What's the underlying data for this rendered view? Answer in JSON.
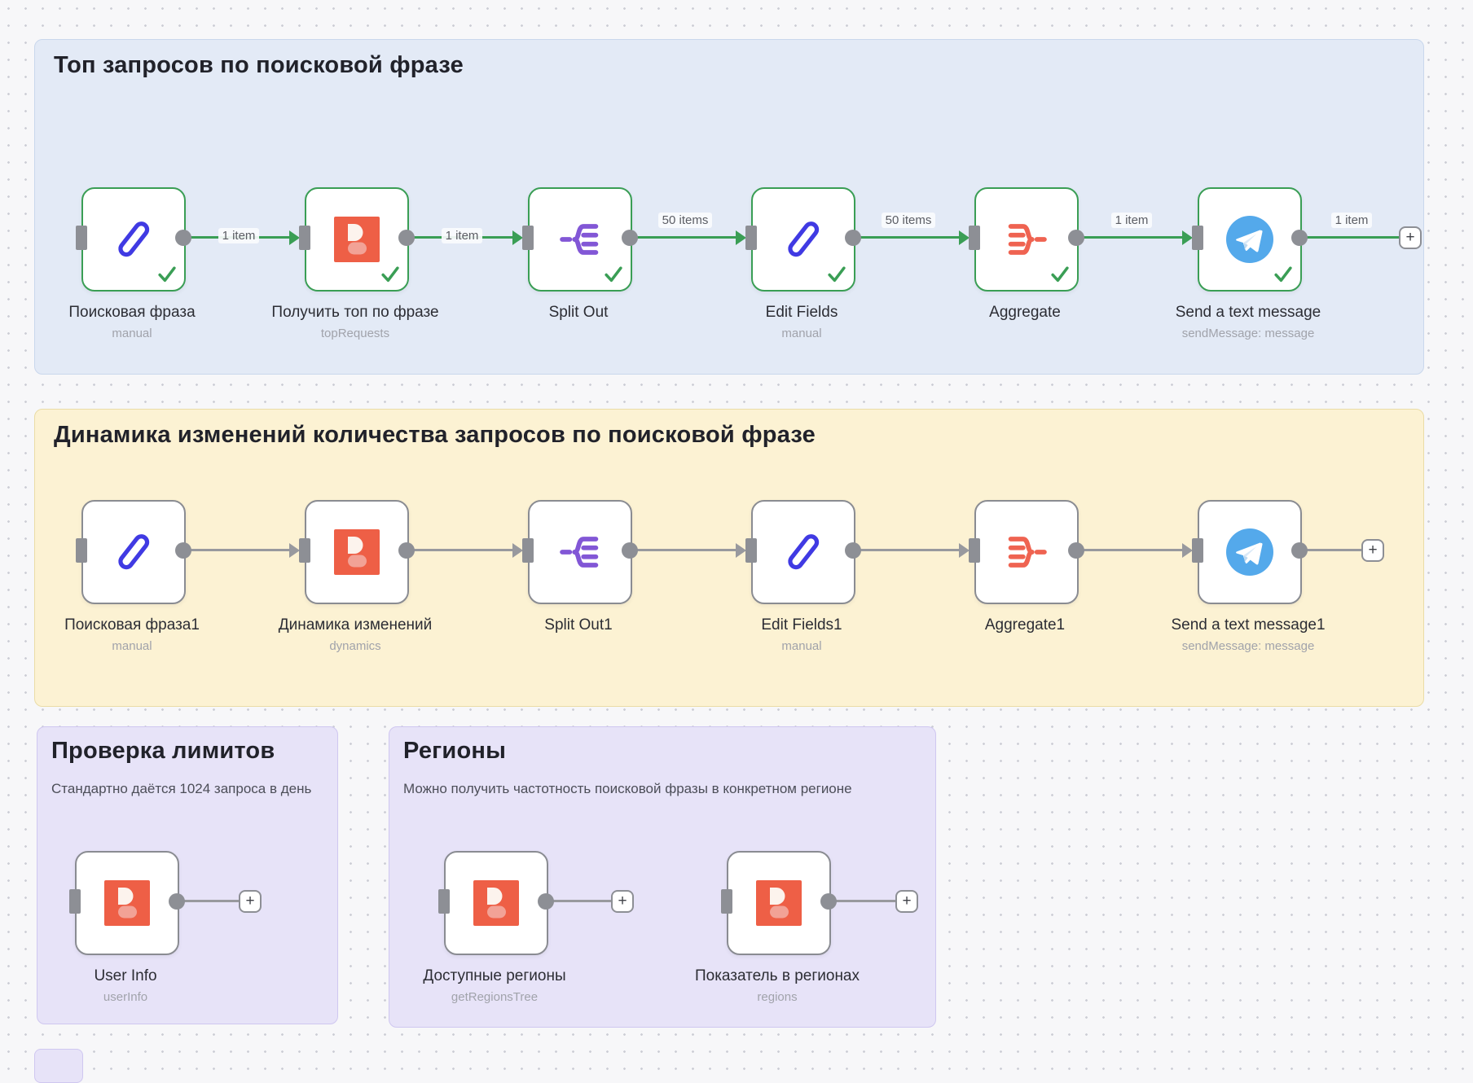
{
  "ui": {
    "plus": "+"
  },
  "colors": {
    "success_green": "#3a9e55",
    "inactive_gray": "#98999e",
    "sticky_blue": "#e3eaf6",
    "sticky_yellow": "#fcf2d3",
    "sticky_purple": "#e7e3f8",
    "icon_pencil_blue": "#403ae3",
    "icon_bukvarix_orange": "#ee5f46",
    "icon_split_purple": "#8257d6",
    "icon_aggregate_red": "#ef6351",
    "icon_telegram_blue": "#54a9eb"
  },
  "sections": [
    {
      "title": "Топ запросов по поисковой фразе",
      "nodes": [
        {
          "name": "Поисковая фраза",
          "subtitle": "manual",
          "icon": "pencil-icon"
        },
        {
          "name": "Получить топ по фразе",
          "subtitle": "topRequests",
          "icon": "bukvarix-icon"
        },
        {
          "name": "Split Out",
          "subtitle": "",
          "icon": "split-out-icon"
        },
        {
          "name": "Edit Fields",
          "subtitle": "manual",
          "icon": "pencil-icon"
        },
        {
          "name": "Aggregate",
          "subtitle": "",
          "icon": "aggregate-icon"
        },
        {
          "name": "Send a text message",
          "subtitle": "sendMessage: message",
          "icon": "telegram-icon"
        }
      ],
      "connections": [
        "1 item",
        "1 item",
        "50 items",
        "50 items",
        "1 item",
        "1 item"
      ]
    },
    {
      "title": "Динамика изменений количества запросов по поисковой фразе",
      "nodes": [
        {
          "name": "Поисковая фраза1",
          "subtitle": "manual",
          "icon": "pencil-icon"
        },
        {
          "name": "Динамика изменений",
          "subtitle": "dynamics",
          "icon": "bukvarix-icon"
        },
        {
          "name": "Split Out1",
          "subtitle": "",
          "icon": "split-out-icon"
        },
        {
          "name": "Edit Fields1",
          "subtitle": "manual",
          "icon": "pencil-icon"
        },
        {
          "name": "Aggregate1",
          "subtitle": "",
          "icon": "aggregate-icon"
        },
        {
          "name": "Send a text message1",
          "subtitle": "sendMessage: message",
          "icon": "telegram-icon"
        }
      ]
    },
    {
      "title": "Проверка лимитов",
      "description": "Стандартно даётся 1024 запроса в день",
      "nodes": [
        {
          "name": "User Info",
          "subtitle": "userInfo",
          "icon": "bukvarix-icon"
        }
      ]
    },
    {
      "title": "Регионы",
      "description": "Можно получить частотность поисковой фразы в конкретном регионе",
      "nodes": [
        {
          "name": "Доступные регионы",
          "subtitle": "getRegionsTree",
          "icon": "bukvarix-icon"
        },
        {
          "name": "Показатель в регионах",
          "subtitle": "regions",
          "icon": "bukvarix-icon"
        }
      ]
    }
  ]
}
